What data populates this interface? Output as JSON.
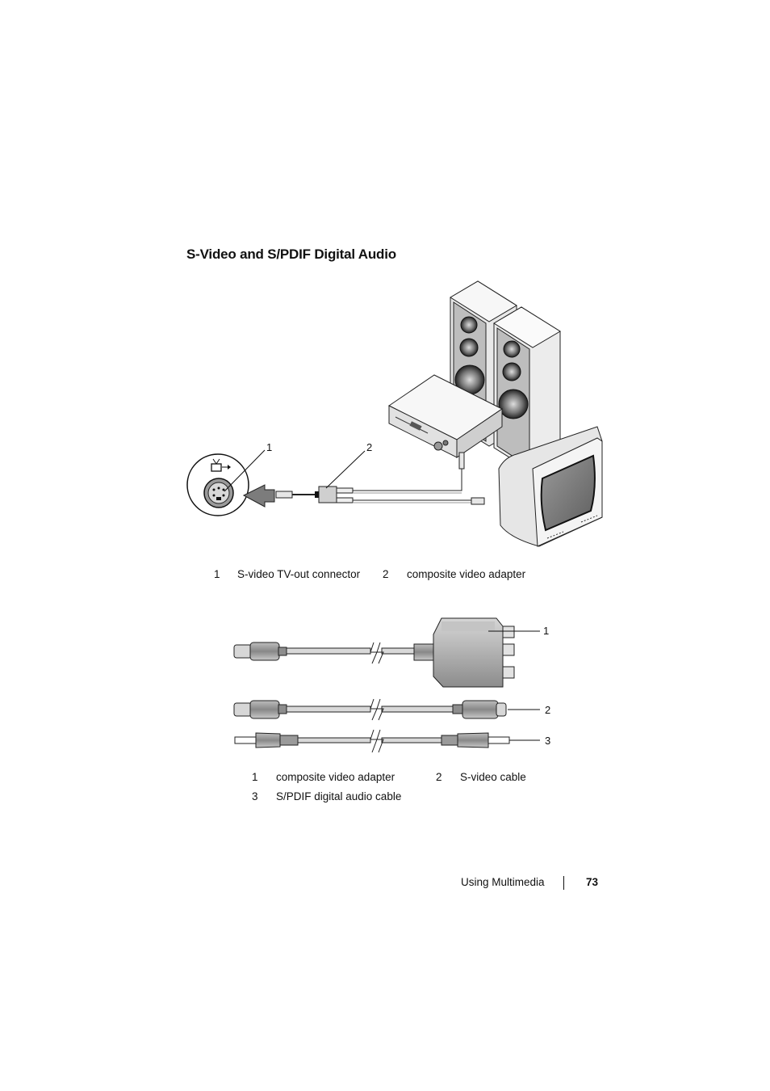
{
  "section_heading": "S-Video and S/PDIF Digital Audio",
  "figure1": {
    "callouts": [
      "1",
      "2"
    ],
    "legend": [
      {
        "num": "1",
        "label": "S-video TV-out connector"
      },
      {
        "num": "2",
        "label": "composite video adapter"
      }
    ]
  },
  "figure2": {
    "callouts": [
      "1",
      "2",
      "3"
    ],
    "legend": [
      {
        "num": "1",
        "label": "composite video adapter"
      },
      {
        "num": "2",
        "label": "S-video cable"
      },
      {
        "num": "3",
        "label": "S/PDIF digital audio cable"
      }
    ]
  },
  "footer": {
    "section": "Using Multimedia",
    "page_number": "73"
  }
}
